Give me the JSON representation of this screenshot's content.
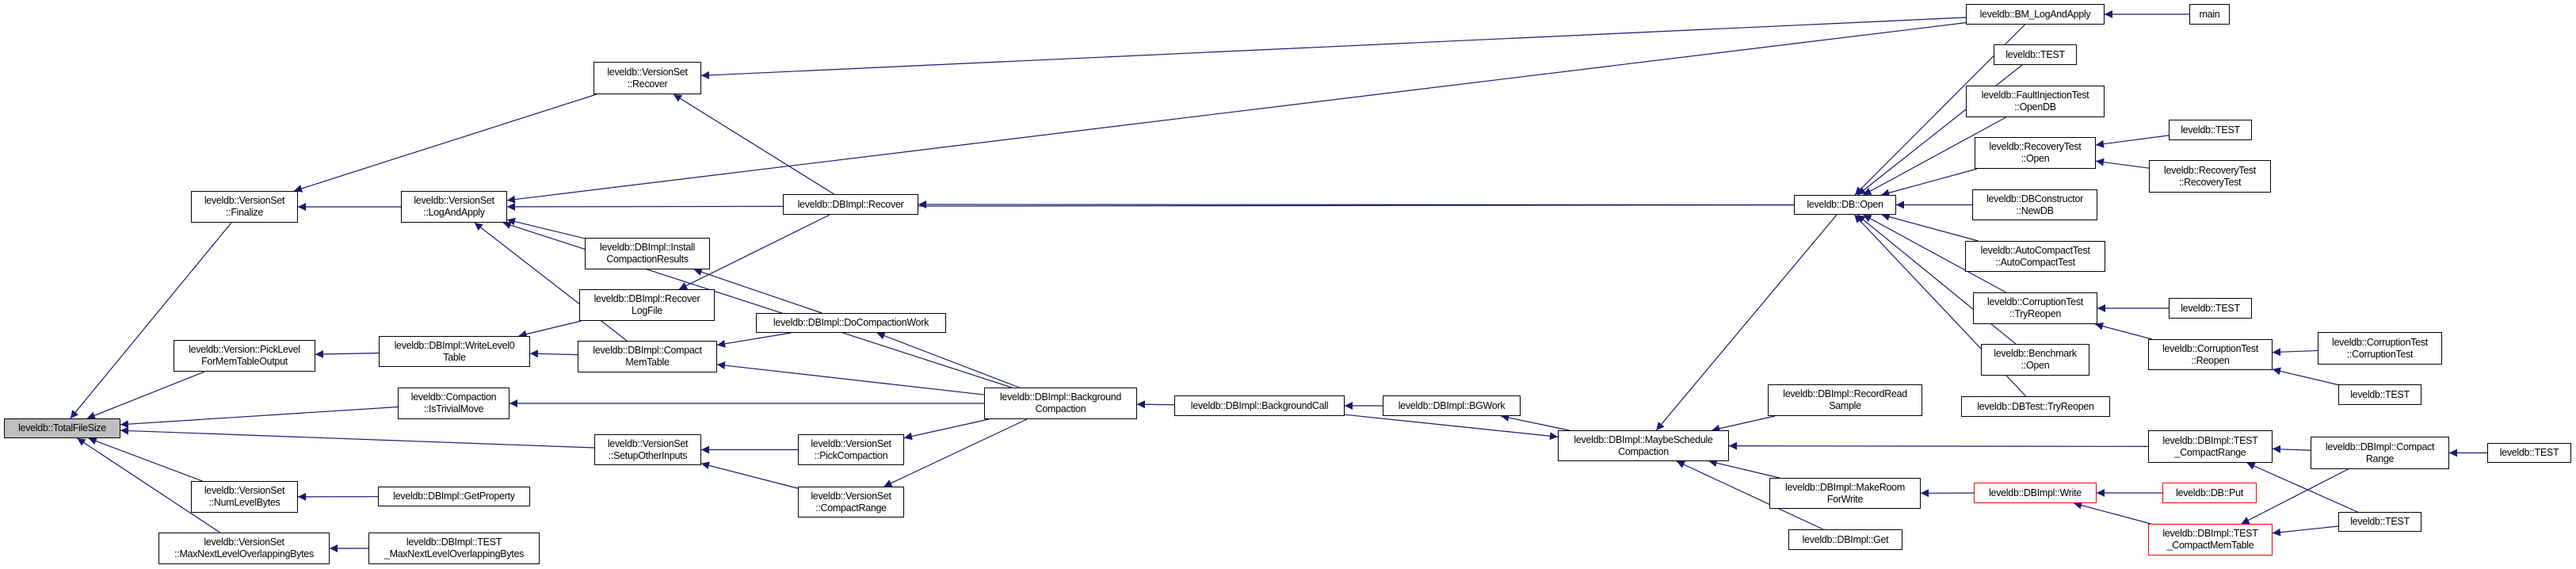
{
  "colors": {
    "edge": "#191970",
    "root_fill": "#bfbfbf",
    "highlight_border": "#ff0000"
  },
  "nodes": {
    "TotalFileSize": {
      "lines": [
        "leveldb::TotalFileSize"
      ]
    },
    "Finalize": {
      "lines": [
        "leveldb::VersionSet",
        "::Finalize"
      ]
    },
    "PickLevel": {
      "lines": [
        "leveldb::Version::PickLevel",
        "ForMemTableOutput"
      ]
    },
    "NumLevelBytes": {
      "lines": [
        "leveldb::VersionSet",
        "::NumLevelBytes"
      ]
    },
    "MaxNext": {
      "lines": [
        "leveldb::VersionSet",
        "::MaxNextLevelOverlappingBytes"
      ]
    },
    "VSRecover": {
      "lines": [
        "leveldb::VersionSet",
        "::Recover"
      ]
    },
    "LogAndApply": {
      "lines": [
        "leveldb::VersionSet",
        "::LogAndApply"
      ]
    },
    "WriteLevel0": {
      "lines": [
        "leveldb::DBImpl::WriteLevel0",
        "Table"
      ]
    },
    "IsTrivialMove": {
      "lines": [
        "leveldb::Compaction",
        "::IsTrivialMove"
      ]
    },
    "GetProperty": {
      "lines": [
        "leveldb::DBImpl::GetProperty"
      ]
    },
    "TestMaxNext": {
      "lines": [
        "leveldb::DBImpl::TEST",
        "_MaxNextLevelOverlappingBytes"
      ]
    },
    "Install": {
      "lines": [
        "leveldb::DBImpl::Install",
        "CompactionResults"
      ]
    },
    "RecoverLogFile": {
      "lines": [
        "leveldb::DBImpl::Recover",
        "LogFile"
      ]
    },
    "CompactMemTable": {
      "lines": [
        "leveldb::DBImpl::Compact",
        "MemTable"
      ]
    },
    "SetupOtherInputs": {
      "lines": [
        "leveldb::VersionSet",
        "::SetupOtherInputs"
      ]
    },
    "DBImplRecover": {
      "lines": [
        "leveldb::DBImpl::Recover"
      ]
    },
    "DoCompactionWork": {
      "lines": [
        "leveldb::DBImpl::DoCompactionWork"
      ]
    },
    "PickCompaction": {
      "lines": [
        "leveldb::VersionSet",
        "::PickCompaction"
      ]
    },
    "VSCompactRange": {
      "lines": [
        "leveldb::VersionSet",
        "::CompactRange"
      ]
    },
    "BGCompaction": {
      "lines": [
        "leveldb::DBImpl::Background",
        "Compaction"
      ]
    },
    "BGCall": {
      "lines": [
        "leveldb::DBImpl::BackgroundCall"
      ]
    },
    "BGWork": {
      "lines": [
        "leveldb::DBImpl::BGWork"
      ]
    },
    "MaybeSchedule": {
      "lines": [
        "leveldb::DBImpl::MaybeSchedule",
        "Compaction"
      ]
    },
    "DBOpen": {
      "lines": [
        "leveldb::DB::Open"
      ]
    },
    "RecordRead": {
      "lines": [
        "leveldb::DBImpl::RecordRead",
        "Sample"
      ]
    },
    "MakeRoom": {
      "lines": [
        "leveldb::DBImpl::MakeRoom",
        "ForWrite"
      ]
    },
    "Get": {
      "lines": [
        "leveldb::DBImpl::Get"
      ]
    },
    "BMLogAndApply": {
      "lines": [
        "leveldb::BM_LogAndApply"
      ]
    },
    "Main": {
      "lines": [
        "main"
      ]
    },
    "Test1": {
      "lines": [
        "leveldb::TEST"
      ]
    },
    "FaultOpenDB": {
      "lines": [
        "leveldb::FaultInjectionTest",
        "::OpenDB"
      ]
    },
    "RecOpen": {
      "lines": [
        "leveldb::RecoveryTest",
        "::Open"
      ]
    },
    "Test2": {
      "lines": [
        "leveldb::TEST"
      ]
    },
    "RecRecoveryTest": {
      "lines": [
        "leveldb::RecoveryTest",
        "::RecoveryTest"
      ]
    },
    "NewDB": {
      "lines": [
        "leveldb::DBConstructor",
        "::NewDB"
      ]
    },
    "AutoCompact": {
      "lines": [
        "leveldb::AutoCompactTest",
        "::AutoCompactTest"
      ]
    },
    "CorrTryReopen": {
      "lines": [
        "leveldb::CorruptionTest",
        "::TryReopen"
      ]
    },
    "Test3": {
      "lines": [
        "leveldb::TEST"
      ]
    },
    "CorrReopen": {
      "lines": [
        "leveldb::CorruptionTest",
        "::Reopen"
      ]
    },
    "CorrCorruptionTest": {
      "lines": [
        "leveldb::CorruptionTest",
        "::CorruptionTest"
      ]
    },
    "Test4": {
      "lines": [
        "leveldb::TEST"
      ]
    },
    "BenchOpen": {
      "lines": [
        "leveldb::Benchmark",
        "::Open"
      ]
    },
    "DBTestTryReopen": {
      "lines": [
        "leveldb::DBTest::TryReopen"
      ]
    },
    "TestCompactRange": {
      "lines": [
        "leveldb::DBImpl::TEST",
        "_CompactRange"
      ]
    },
    "ImplCompactRange": {
      "lines": [
        "leveldb::DBImpl::Compact",
        "Range"
      ]
    },
    "Test5": {
      "lines": [
        "leveldb::TEST"
      ]
    },
    "Write": {
      "lines": [
        "leveldb::DBImpl::Write"
      ]
    },
    "Put": {
      "lines": [
        "leveldb::DB::Put"
      ]
    },
    "TestCompactMemTable": {
      "lines": [
        "leveldb::DBImpl::TEST",
        "_CompactMemTable"
      ]
    },
    "Test6": {
      "lines": [
        "leveldb::TEST"
      ]
    }
  }
}
